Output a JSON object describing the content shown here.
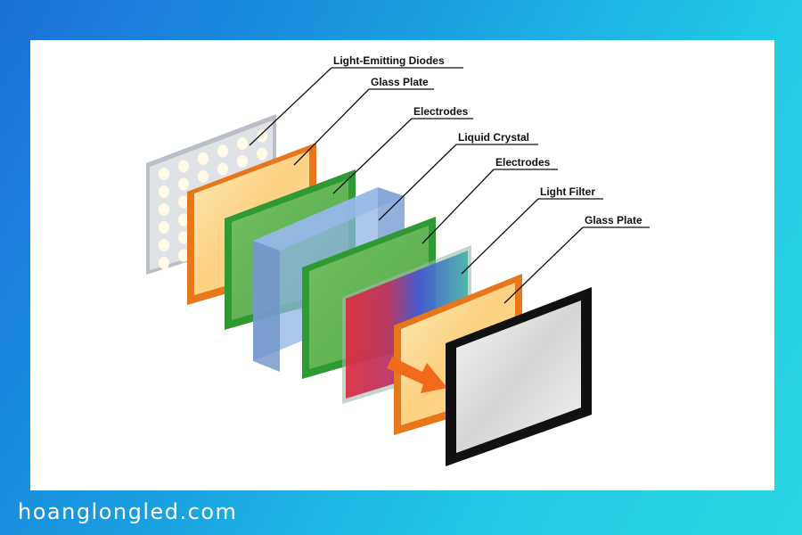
{
  "diagram": {
    "layers": [
      {
        "label": "Light-Emitting Diodes",
        "icon": "led-panel-icon"
      },
      {
        "label": "Glass Plate",
        "icon": "glass-plate-icon"
      },
      {
        "label": "Electrodes",
        "icon": "electrode-icon"
      },
      {
        "label": "Liquid Crystal",
        "icon": "liquid-crystal-icon"
      },
      {
        "label": "Electrodes",
        "icon": "electrode-icon"
      },
      {
        "label": "Light Filter",
        "icon": "light-filter-icon"
      },
      {
        "label": "Glass Plate",
        "icon": "glass-plate-icon"
      }
    ]
  },
  "footer": {
    "brand": "hoanglongled.com"
  },
  "colors": {
    "background_start": "#1b6fd8",
    "background_end": "#2ad6e2",
    "glass_frame": "#e8761a",
    "electrode": "#2f9a33",
    "liquid_crystal": "#8fb4e6",
    "screen_frame": "#111111"
  }
}
